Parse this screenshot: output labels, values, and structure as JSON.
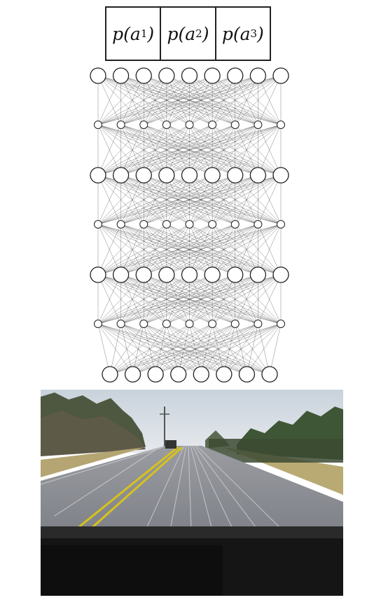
{
  "output_labels": [
    {
      "text": "p(a",
      "sub": "1",
      "close": ")"
    },
    {
      "text": "p(a",
      "sub": "2",
      "close": ")"
    },
    {
      "text": "p(a",
      "sub": "3",
      "close": ")"
    }
  ],
  "network": {
    "layers": [
      9,
      9,
      9,
      9,
      9,
      9,
      8
    ],
    "layer_kinds": [
      "big",
      "small",
      "big",
      "small",
      "big",
      "small",
      "big"
    ]
  },
  "photo": {
    "subject": "driver-view dashcam of two-lane road with double yellow center line",
    "colors": {
      "sky": "#d7dee6",
      "road": "#8e9096",
      "yellow_line": "#d8c21a",
      "grass": "#b8a770",
      "trees": "#4c5a3a",
      "dashboard": "#151515"
    }
  }
}
